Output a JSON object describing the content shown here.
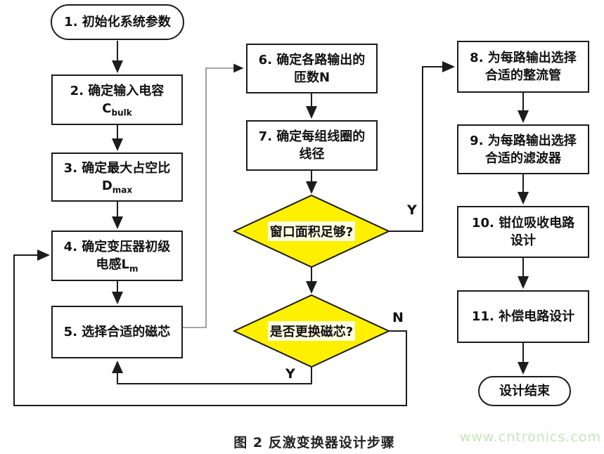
{
  "figure": {
    "caption": "图 2 反激变换器设计步骤",
    "watermark": "www.cntronics.com"
  },
  "colors": {
    "decision_fill": "#fff000",
    "line": "#1c1c1c",
    "watermark_green": "#c6e6ba",
    "background": "#ffffff"
  },
  "nodes": {
    "start": {
      "label": "1. 初始化系统参数"
    },
    "step2": {
      "line1": "2. 确定输入电容",
      "sym": "C",
      "sub": "bulk"
    },
    "step3": {
      "line1": "3. 确定最大占空比",
      "sym": "D",
      "sub": "max"
    },
    "step4": {
      "line1": "4. 确定变压器初级",
      "line2_prefix": "电感L",
      "sub": "m"
    },
    "step5": {
      "label": "5. 选择合适的磁芯"
    },
    "step6": {
      "line1": "6. 确定各路输出的",
      "line2": "匝数N"
    },
    "step7": {
      "line1": "7. 确定每组线圈的",
      "line2": "线径"
    },
    "decision_window": {
      "label": "窗口面积足够?"
    },
    "decision_core": {
      "label": "是否更换磁芯?"
    },
    "step8": {
      "line1": "8. 为每路输出选择",
      "line2": "合适的整流管"
    },
    "step9": {
      "line1": "9. 为每路输出选择",
      "line2": "合适的滤波器"
    },
    "step10": {
      "line1": "10. 钳位吸收电路",
      "line2": "设计"
    },
    "step11": {
      "label": "11. 补偿电路设计"
    },
    "end": {
      "label": "设计结束"
    }
  },
  "branch_labels": {
    "window_yes": "Y",
    "core_no": "N",
    "core_yes": "Y"
  }
}
